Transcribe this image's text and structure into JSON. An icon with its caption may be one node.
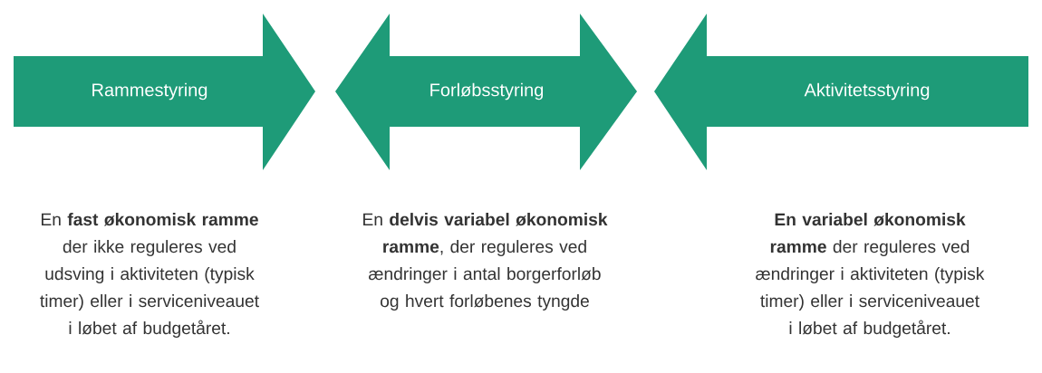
{
  "diagram": {
    "nodes": [
      {
        "text": [
          "Rammestyring"
        ],
        "beside": [
          "En **fast økonomisk ramme** der ikke reguleres ved udsving i aktiviteten (typisk timer) eller i serviceniveauet i løbet af budgetåret."
        ]
      },
      {
        "text": [
          "Forløbsstyring"
        ],
        "beside": [
          "En **delvis variabel økonomisk ramme**, der reguleres ved ændringer i antal borgerforløb og hvert forløbenes tyngde"
        ]
      },
      {
        "text": [
          "Aktivitetsstyring"
        ],
        "beside": [
          "**En variabel økonomisk ramme** der reguleres ved ændringer i aktiviteten (typisk timer) eller i serviceniveauet i løbet af budgetåret."
        ]
      }
    ]
  }
}
